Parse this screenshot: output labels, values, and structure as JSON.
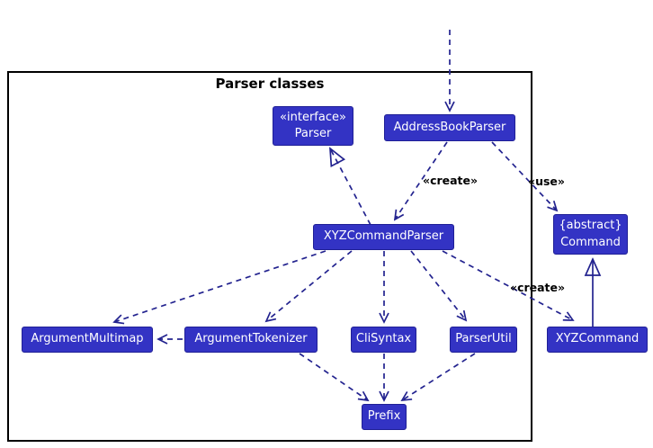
{
  "diagram": {
    "type": "uml-class-diagram",
    "frame_title": "Parser classes",
    "nodes": {
      "parser_interface": {
        "stereotype": "«interface»",
        "name": "Parser"
      },
      "address_book_parser": {
        "name": "AddressBookParser"
      },
      "xyz_command_parser": {
        "name": "XYZCommandParser"
      },
      "argument_multimap": {
        "name": "ArgumentMultimap"
      },
      "argument_tokenizer": {
        "name": "ArgumentTokenizer"
      },
      "cli_syntax": {
        "name": "CliSyntax"
      },
      "parser_util": {
        "name": "ParserUtil"
      },
      "prefix": {
        "name": "Prefix"
      },
      "command": {
        "stereotype": "{abstract}",
        "name": "Command"
      },
      "xyz_command": {
        "name": "XYZCommand"
      }
    },
    "edge_labels": {
      "create_command_parser": "«create»",
      "use_command": "«use»",
      "create_command": "«create»"
    },
    "edges": [
      {
        "from": "external-top",
        "to": "AddressBookParser",
        "type": "dependency"
      },
      {
        "from": "AddressBookParser",
        "to": "XYZCommandParser",
        "type": "dependency",
        "label": "«create»"
      },
      {
        "from": "AddressBookParser",
        "to": "Command",
        "type": "dependency",
        "label": "«use»"
      },
      {
        "from": "XYZCommandParser",
        "to": "Parser",
        "type": "realization"
      },
      {
        "from": "XYZCommandParser",
        "to": "ArgumentMultimap",
        "type": "dependency"
      },
      {
        "from": "XYZCommandParser",
        "to": "ArgumentTokenizer",
        "type": "dependency"
      },
      {
        "from": "XYZCommandParser",
        "to": "CliSyntax",
        "type": "dependency"
      },
      {
        "from": "XYZCommandParser",
        "to": "ParserUtil",
        "type": "dependency"
      },
      {
        "from": "XYZCommandParser",
        "to": "XYZCommand",
        "type": "dependency",
        "label": "«create»"
      },
      {
        "from": "ArgumentTokenizer",
        "to": "ArgumentMultimap",
        "type": "dependency"
      },
      {
        "from": "ArgumentTokenizer",
        "to": "Prefix",
        "type": "dependency"
      },
      {
        "from": "CliSyntax",
        "to": "Prefix",
        "type": "dependency"
      },
      {
        "from": "ParserUtil",
        "to": "Prefix",
        "type": "dependency"
      },
      {
        "from": "XYZCommand",
        "to": "Command",
        "type": "inheritance"
      }
    ],
    "colors": {
      "node_fill": "#3333C4",
      "node_border": "#1F1F96",
      "node_text": "#FFFFFF",
      "edge": "#23238F",
      "frame_border": "#000000",
      "label_text": "#000000",
      "background": "#FFFFFF"
    }
  }
}
